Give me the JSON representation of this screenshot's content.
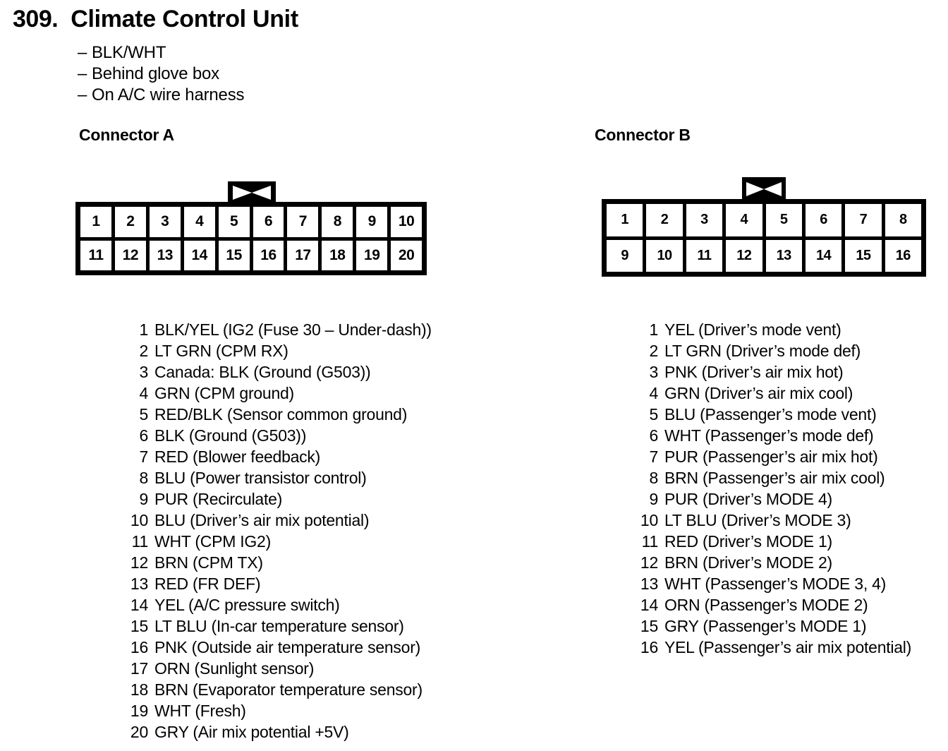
{
  "page": {
    "item_number": "309.",
    "title": "Climate Control Unit",
    "notes": [
      "BLK/WHT",
      "Behind glove box",
      "On A/C wire harness"
    ],
    "dash": "–"
  },
  "connector_a": {
    "heading": "Connector A",
    "rows": [
      [
        "1",
        "2",
        "3",
        "4",
        "5",
        "6",
        "7",
        "8",
        "9",
        "10"
      ],
      [
        "11",
        "12",
        "13",
        "14",
        "15",
        "16",
        "17",
        "18",
        "19",
        "20"
      ]
    ],
    "pins": [
      {
        "no": "1",
        "desc": "BLK/YEL (IG2 (Fuse 30 – Under-dash))"
      },
      {
        "no": "2",
        "desc": "LT GRN (CPM RX)"
      },
      {
        "no": "3",
        "desc": "Canada: BLK (Ground (G503))"
      },
      {
        "no": "4",
        "desc": "GRN (CPM ground)"
      },
      {
        "no": "5",
        "desc": "RED/BLK (Sensor common ground)"
      },
      {
        "no": "6",
        "desc": "BLK (Ground (G503))"
      },
      {
        "no": "7",
        "desc": "RED (Blower feedback)"
      },
      {
        "no": "8",
        "desc": "BLU (Power transistor control)"
      },
      {
        "no": "9",
        "desc": "PUR (Recirculate)"
      },
      {
        "no": "10",
        "desc": "BLU (Driver’s air mix potential)"
      },
      {
        "no": "11",
        "desc": "WHT (CPM IG2)"
      },
      {
        "no": "12",
        "desc": "BRN (CPM TX)"
      },
      {
        "no": "13",
        "desc": "RED (FR DEF)"
      },
      {
        "no": "14",
        "desc": "YEL (A/C pressure switch)"
      },
      {
        "no": "15",
        "desc": "LT BLU (In-car temperature sensor)"
      },
      {
        "no": "16",
        "desc": "PNK (Outside air temperature sensor)"
      },
      {
        "no": "17",
        "desc": "ORN (Sunlight sensor)"
      },
      {
        "no": "18",
        "desc": "BRN (Evaporator temperature sensor)"
      },
      {
        "no": "19",
        "desc": "WHT (Fresh)"
      },
      {
        "no": "20",
        "desc": "GRY (Air mix potential +5V)"
      }
    ]
  },
  "connector_b": {
    "heading": "Connector B",
    "rows": [
      [
        "1",
        "2",
        "3",
        "4",
        "5",
        "6",
        "7",
        "8"
      ],
      [
        "9",
        "10",
        "11",
        "12",
        "13",
        "14",
        "15",
        "16"
      ]
    ],
    "pins": [
      {
        "no": "1",
        "desc": "YEL (Driver’s mode vent)"
      },
      {
        "no": "2",
        "desc": "LT GRN (Driver’s mode def)"
      },
      {
        "no": "3",
        "desc": "PNK (Driver’s air mix hot)"
      },
      {
        "no": "4",
        "desc": "GRN (Driver’s air mix cool)"
      },
      {
        "no": "5",
        "desc": "BLU (Passenger’s mode vent)"
      },
      {
        "no": "6",
        "desc": "WHT (Passenger’s mode def)"
      },
      {
        "no": "7",
        "desc": "PUR (Passenger’s air mix hot)"
      },
      {
        "no": "8",
        "desc": "BRN (Passenger’s air mix cool)"
      },
      {
        "no": "9",
        "desc": "PUR (Driver’s MODE 4)"
      },
      {
        "no": "10",
        "desc": "LT BLU (Driver’s MODE 3)"
      },
      {
        "no": "11",
        "desc": "RED (Driver’s MODE 1)"
      },
      {
        "no": "12",
        "desc": "BRN (Driver’s MODE 2)"
      },
      {
        "no": "13",
        "desc": "WHT (Passenger’s MODE 3, 4)"
      },
      {
        "no": "14",
        "desc": "ORN (Passenger’s MODE 2)"
      },
      {
        "no": "15",
        "desc": "GRY (Passenger’s MODE 1)"
      },
      {
        "no": "16",
        "desc": "YEL (Passenger’s air mix potential)"
      }
    ]
  },
  "colors": {
    "ink": "#000000",
    "paper": "#ffffff"
  }
}
